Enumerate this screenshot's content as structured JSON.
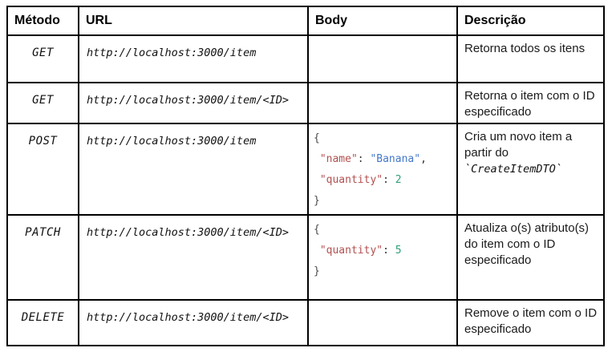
{
  "colors": {
    "border": "#000000",
    "text": "#1a1a1a",
    "json_key": "#b25050",
    "json_string": "#4478c8",
    "json_number": "#2fa077",
    "json_punct": "#4a4a4a"
  },
  "header": {
    "columns": [
      "Método",
      "URL",
      "Body",
      "Descrição"
    ]
  },
  "rows": [
    {
      "method": "GET",
      "url": "http://localhost:3000/item",
      "body_lines": [],
      "description": [
        {
          "t": "Retorna todos os itens",
          "k": "plain"
        }
      ]
    },
    {
      "method": "GET",
      "url": "http://localhost:3000/item/<ID>",
      "body_lines": [],
      "description": [
        {
          "t": "Retorna o item com o ID especificado",
          "k": "plain"
        }
      ]
    },
    {
      "method": "POST",
      "url": "http://localhost:3000/item",
      "body_lines": [
        [
          {
            "t": "{",
            "k": "punct"
          }
        ],
        [
          {
            "t": " ",
            "k": "plain"
          },
          {
            "t": "\"name\"",
            "k": "key"
          },
          {
            "t": ": ",
            "k": "plain"
          },
          {
            "t": "\"Banana\"",
            "k": "string"
          },
          {
            "t": ",",
            "k": "plain"
          }
        ],
        [
          {
            "t": " ",
            "k": "plain"
          },
          {
            "t": "\"quantity\"",
            "k": "key"
          },
          {
            "t": ": ",
            "k": "plain"
          },
          {
            "t": "2",
            "k": "number"
          }
        ],
        [
          {
            "t": "}",
            "k": "punct"
          }
        ]
      ],
      "description": [
        {
          "t": "Cria um novo item a partir do ",
          "k": "plain"
        },
        {
          "t": "`CreateItemDTO`",
          "k": "code"
        }
      ]
    },
    {
      "method": "PATCH",
      "url": "http://localhost:3000/item/<ID>",
      "body_lines": [
        [
          {
            "t": "{",
            "k": "punct"
          }
        ],
        [
          {
            "t": " ",
            "k": "plain"
          },
          {
            "t": "\"quantity\"",
            "k": "key"
          },
          {
            "t": ": ",
            "k": "plain"
          },
          {
            "t": "5",
            "k": "number"
          }
        ],
        [
          {
            "t": "}",
            "k": "punct"
          }
        ]
      ],
      "description": [
        {
          "t": "Atualiza o(s) atributo(s) do item com o ID especificado",
          "k": "plain"
        }
      ]
    },
    {
      "method": "DELETE",
      "url": "http://localhost:3000/item/<ID>",
      "body_lines": [],
      "description": [
        {
          "t": "Remove o item com o ID especificado",
          "k": "plain"
        }
      ]
    }
  ]
}
